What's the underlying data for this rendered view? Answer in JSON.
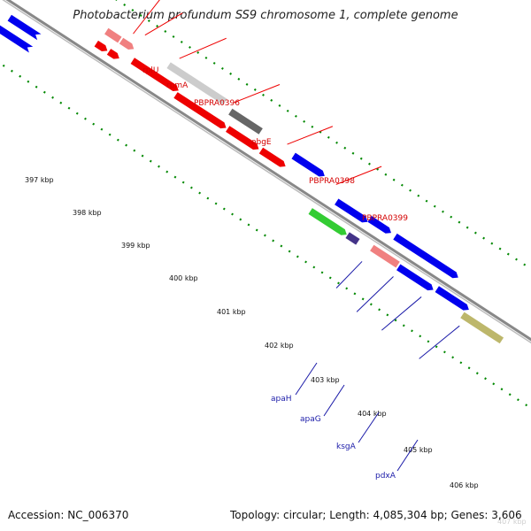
{
  "title": "Photobacterium profundum SS9 chromosome 1, complete genome",
  "footer": {
    "accession": "Accession: NC_006370",
    "summary": "Topology: circular; Length: 4,085,304 bp; Genes: 3,606"
  },
  "kbp_labels": [
    "397 kbp",
    "398 kbp",
    "399 kbp",
    "400 kbp",
    "401 kbp",
    "402 kbp",
    "403 kbp",
    "404 kbp",
    "405 kbp",
    "406 kbp",
    "407 kbp"
  ],
  "gene_labels": {
    "rplU": "rplU",
    "rpmA": "rpmA",
    "PBPRA0396": "PBPRA0396",
    "obgE": "obgE",
    "PBPRA0398": "PBPRA0398",
    "PBPRA0399": "PBPRA0399",
    "apaH": "apaH",
    "apaG": "apaG",
    "ksgA": "ksgA",
    "pdxA": "pdxA"
  },
  "colors": {
    "red": "#ee0000",
    "blue": "#0000ee",
    "pink": "#f08080",
    "lightgray": "#cccccc",
    "darkgray": "#666666",
    "green": "#33cc33",
    "purple": "#443388",
    "olive": "#bdb76b",
    "backbone": "#999999",
    "ticks": "#008800"
  }
}
